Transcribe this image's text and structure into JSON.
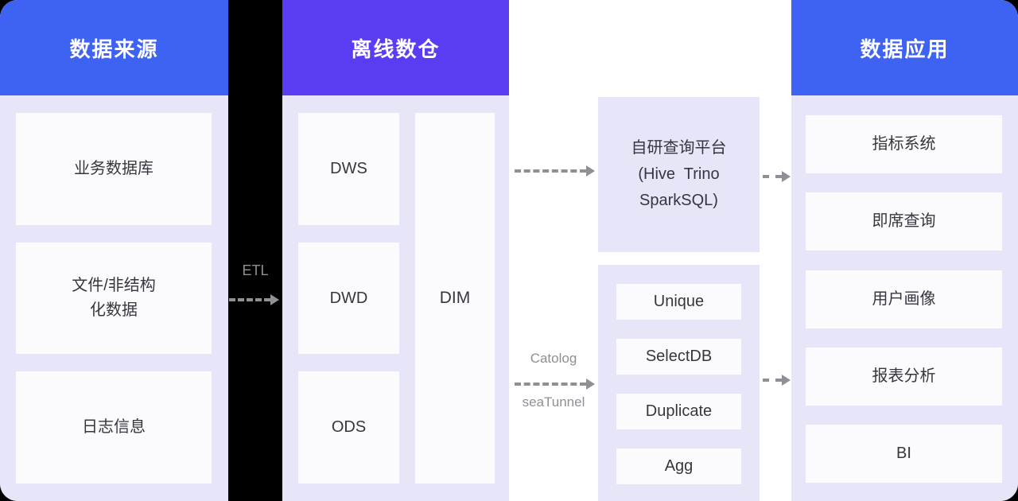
{
  "colors": {
    "header_blue": "#3e63f3",
    "header_purple": "#5a3cf2",
    "panel_bg": "#e6e6f8",
    "card_bg": "#fbfbfe",
    "text_dark": "#36363e",
    "arrow_gray": "#8f8f95"
  },
  "sources": {
    "title": "数据来源",
    "items": [
      "业务数据库",
      "文件/非结构\n化数据",
      "日志信息"
    ]
  },
  "warehouse": {
    "title": "离线数仓",
    "layers": [
      "DWS",
      "DWD",
      "ODS"
    ],
    "dim": "DIM"
  },
  "middle": {
    "query_platform": "自研查询平台\n(Hive  Trino\nSparkSQL)",
    "models": [
      "Unique",
      "SelectDB",
      "Duplicate",
      "Agg"
    ]
  },
  "apps": {
    "title": "数据应用",
    "items": [
      "指标系统",
      "即席查询",
      "用户画像",
      "报表分析",
      "BI"
    ]
  },
  "arrows": {
    "etl_label": "ETL",
    "catalog_label": "Catolog",
    "seatunnel_label": "seaTunnel"
  }
}
